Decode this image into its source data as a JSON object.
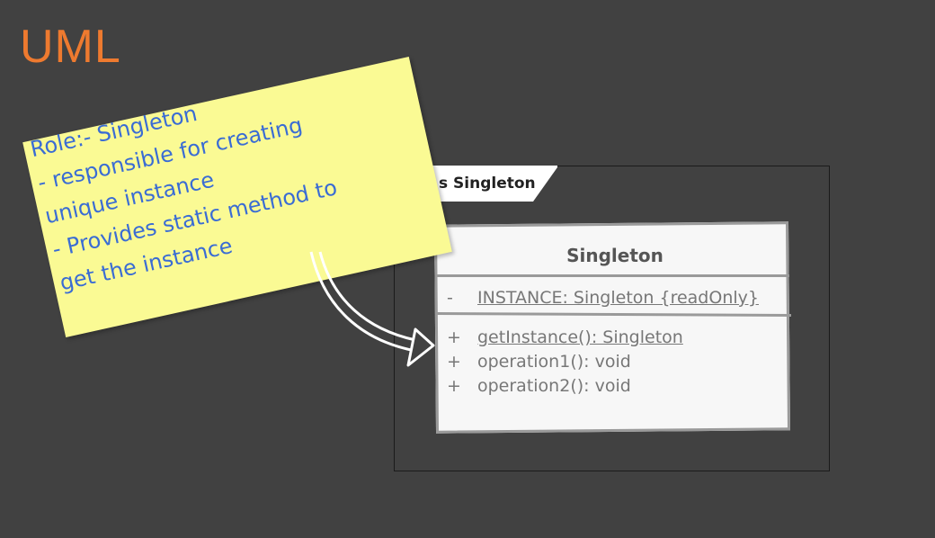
{
  "title": "UML",
  "frame": {
    "label": "s Singleton"
  },
  "class": {
    "name": "Singleton",
    "attributes": [
      {
        "visibility": "-",
        "text": "INSTANCE: Singleton {readOnly}"
      }
    ],
    "operations": [
      {
        "visibility": "+",
        "text": "getInstance(): Singleton"
      },
      {
        "visibility": "+",
        "text": "operation1(): void"
      },
      {
        "visibility": "+",
        "text": "operation2(): void"
      }
    ]
  },
  "note": {
    "lines": [
      "Role:- Singleton",
      "- responsible for creating",
      "unique instance",
      "- Provides static method to",
      "get the instance"
    ]
  },
  "colors": {
    "background": "#414141",
    "title": "#ee7a2f",
    "note": "#fafa94",
    "note_text": "#3a6cd4"
  }
}
